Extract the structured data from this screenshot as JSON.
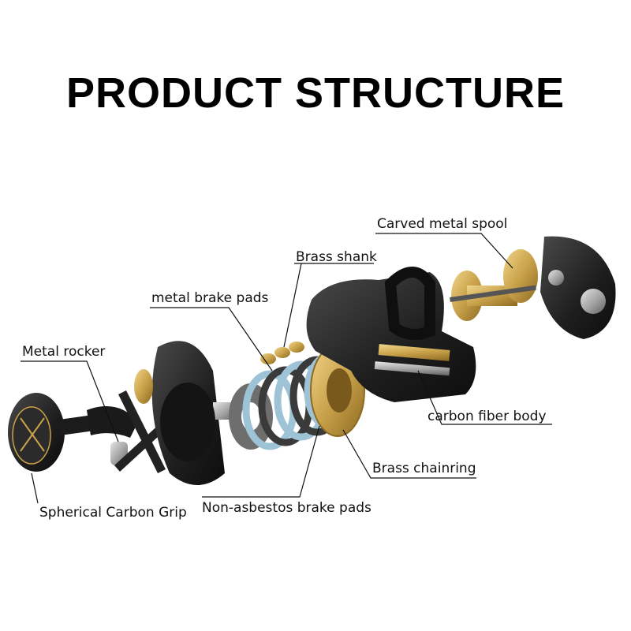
{
  "title": "PRODUCT STRUCTURE",
  "labels": {
    "spool": "Carved metal spool",
    "shank": "Brass shank",
    "brake_metal": "metal brake pads",
    "rocker": "Metal rocker",
    "body": "carbon fiber body",
    "chainring": "Brass chainring",
    "grip": "Spherical Carbon Grip",
    "brake_non_asbestos": "Non-asbestos brake pads"
  },
  "colors": {
    "black": "#111111",
    "gunmetal": "#2b2b2b",
    "gold": "#c9a24a",
    "brass": "#d8b45a",
    "pad_blue": "#9fc3d6",
    "silver": "#a7a7a7"
  }
}
